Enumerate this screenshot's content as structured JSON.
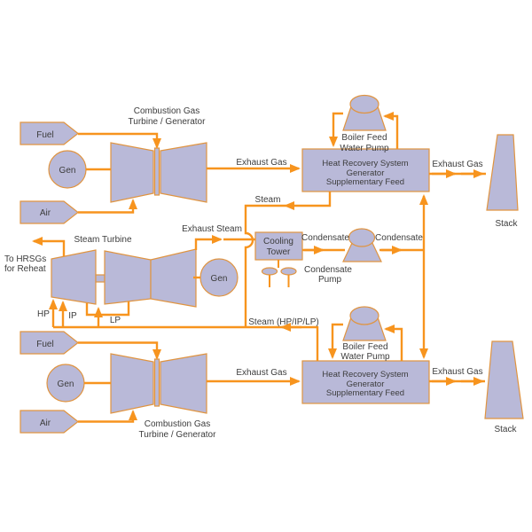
{
  "diagram": {
    "type": "process-flow",
    "colors": {
      "background": "#ffffff",
      "shape_fill": "#b9b9d8",
      "shape_stroke": "#e09440",
      "flow_line": "#f7941e",
      "text": "#3c3c3c"
    },
    "labels": {
      "gas_turbine_line1": "Combustion Gas",
      "gas_turbine_line2": "Turbine / Generator",
      "fuel": "Fuel",
      "air": "Air",
      "gen": "Gen",
      "exhaust_gas": "Exhaust Gas",
      "steam": "Steam",
      "hrsg_line1": "Heat Recovery System",
      "hrsg_line2": "Generator",
      "hrsg_line3": "Supplementary Feed",
      "bfwp_line1": "Boiler Feed",
      "bfwp_line2": "Water Pump",
      "stack": "Stack",
      "steam_turbine": "Steam Turbine",
      "to_hrsgs_line1": "To HRSGs",
      "to_hrsgs_line2": "for Reheat",
      "hp": "HP",
      "ip": "IP",
      "lp": "LP",
      "exhaust_steam": "Exhaust Steam",
      "cooling_line1": "Cooling",
      "cooling_line2": "Tower",
      "condensate": "Condensate",
      "condensate_pump_line1": "Condensate",
      "condensate_pump_line2": "Pump",
      "steam_header": "Steam (HP/IP/LP)"
    }
  }
}
